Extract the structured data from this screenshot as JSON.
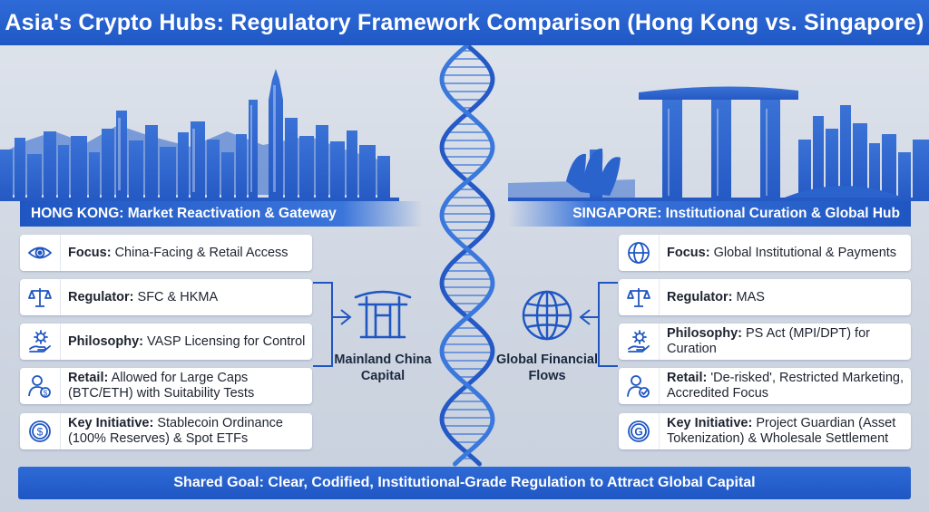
{
  "title": "Asia's Crypto Hubs: Regulatory Framework Comparison (Hong Kong vs. Singapore)",
  "hong_kong": {
    "header": "HONG KONG: Market Reactivation & Gateway",
    "items": [
      {
        "icon": "eye-icon",
        "label": "Focus:",
        "text": "China-Facing & Retail Access"
      },
      {
        "icon": "scales-icon",
        "label": "Regulator:",
        "text": "SFC & HKMA"
      },
      {
        "icon": "gear-hand-icon",
        "label": "Philosophy:",
        "text": "VASP Licensing for Control"
      },
      {
        "icon": "user-coin-icon",
        "label": "Retail:",
        "text": "Allowed for Large Caps (BTC/ETH) with Suitability Tests"
      },
      {
        "icon": "dollar-coin-icon",
        "label": "Key Initiative:",
        "text": "Stablecoin Ordinance (100% Reserves) & Spot ETFs"
      }
    ],
    "hub_label_line1": "Mainland China",
    "hub_label_line2": "Capital",
    "hub_icon": "gate-icon"
  },
  "singapore": {
    "header": "SINGAPORE: Institutional Curation & Global Hub",
    "items": [
      {
        "icon": "globe-icon",
        "label": "Focus:",
        "text": "Global Institutional & Payments"
      },
      {
        "icon": "scales-icon",
        "label": "Regulator:",
        "text": "MAS"
      },
      {
        "icon": "gear-hand-icon",
        "label": "Philosophy:",
        "text": "PS Act (MPI/DPT) for Curation"
      },
      {
        "icon": "user-check-icon",
        "label": "Retail:",
        "text": "'De-risked', Restricted Marketing, Accredited Focus"
      },
      {
        "icon": "g-coin-icon",
        "label": "Key Initiative:",
        "text": "Project Guardian (Asset Tokenization) & Wholesale Settlement"
      }
    ],
    "hub_label_line1": "Global Financial",
    "hub_label_line2": "Flows",
    "hub_icon": "globe-icon"
  },
  "footer": "Shared Goal: Clear, Codified, Institutional-Grade Regulation to Attract Global Capital",
  "colors": {
    "primary_blue": "#2a63d0",
    "dark_blue": "#1f56c2",
    "skyline_blue": "#2f66cf",
    "text_dark": "#1e2330",
    "background": "#d5dbe6"
  }
}
